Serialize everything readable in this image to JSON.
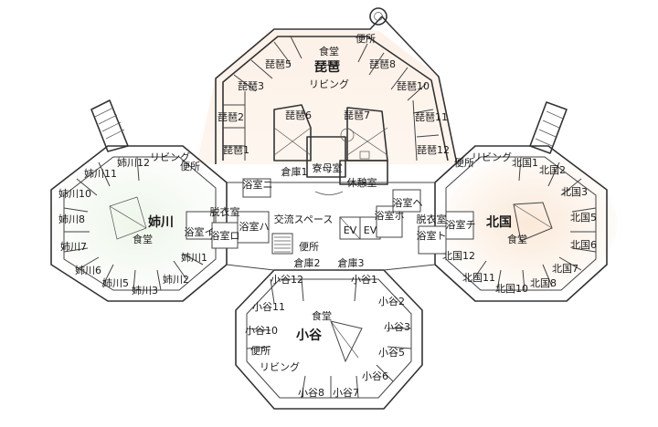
{
  "wards": {
    "biwa": {
      "name": "琵琶",
      "color": "#c8823a",
      "dining": "食堂",
      "living": "リビング",
      "toilet": "便所",
      "rooms": [
        "琵琶1",
        "琵琶2",
        "琵琶3",
        "琵琶5",
        "琵琶6",
        "琵琶7",
        "琵琶8",
        "琵琶10",
        "琵琶11",
        "琵琶12"
      ]
    },
    "anegawa": {
      "name": "姉川",
      "color": "#4f9a58",
      "dining": "食堂",
      "living": "リビング",
      "toilet": "便所",
      "rooms": [
        "姉川1",
        "姉川2",
        "姉川3",
        "姉川5",
        "姉川6",
        "姉川7",
        "姉川8",
        "姉川10",
        "姉川11",
        "姉川12"
      ]
    },
    "hokkoku": {
      "name": "北国",
      "color": "#c8823a",
      "dining": "食堂",
      "living": "リビング",
      "toilet": "便所",
      "rooms": [
        "北国1",
        "北国2",
        "北国3",
        "北国5",
        "北国6",
        "北国7",
        "北国8",
        "北国10",
        "北国11",
        "北国12"
      ]
    },
    "odani": {
      "name": "小谷",
      "color": "#8a9a2a",
      "dining": "食堂",
      "living": "リビング",
      "toilet": "便所",
      "rooms": [
        "小谷1",
        "小谷2",
        "小谷3",
        "小谷5",
        "小谷6",
        "小谷7",
        "小谷8",
        "小谷10",
        "小谷11",
        "小谷12"
      ]
    }
  },
  "facilities": {
    "dorm_mother": "寮母室",
    "rest_room": "休憩室",
    "storage1": "倉庫1",
    "storage2": "倉庫2",
    "storage3": "倉庫3",
    "exchange_space": "交流スペース",
    "toilet_center": "便所",
    "ev1": "EV",
    "ev2": "EV",
    "dressing_left": "脱衣室",
    "dressing_right": "脱衣室",
    "bath_ni": "浴室ニ",
    "bath_i": "浴室イ",
    "bath_ro": "浴室ロ",
    "bath_ha": "浴室ハ",
    "bath_ho": "浴室ホ",
    "bath_he": "浴室ヘ",
    "bath_to": "浴室ト",
    "bath_chi": "浴室チ"
  }
}
